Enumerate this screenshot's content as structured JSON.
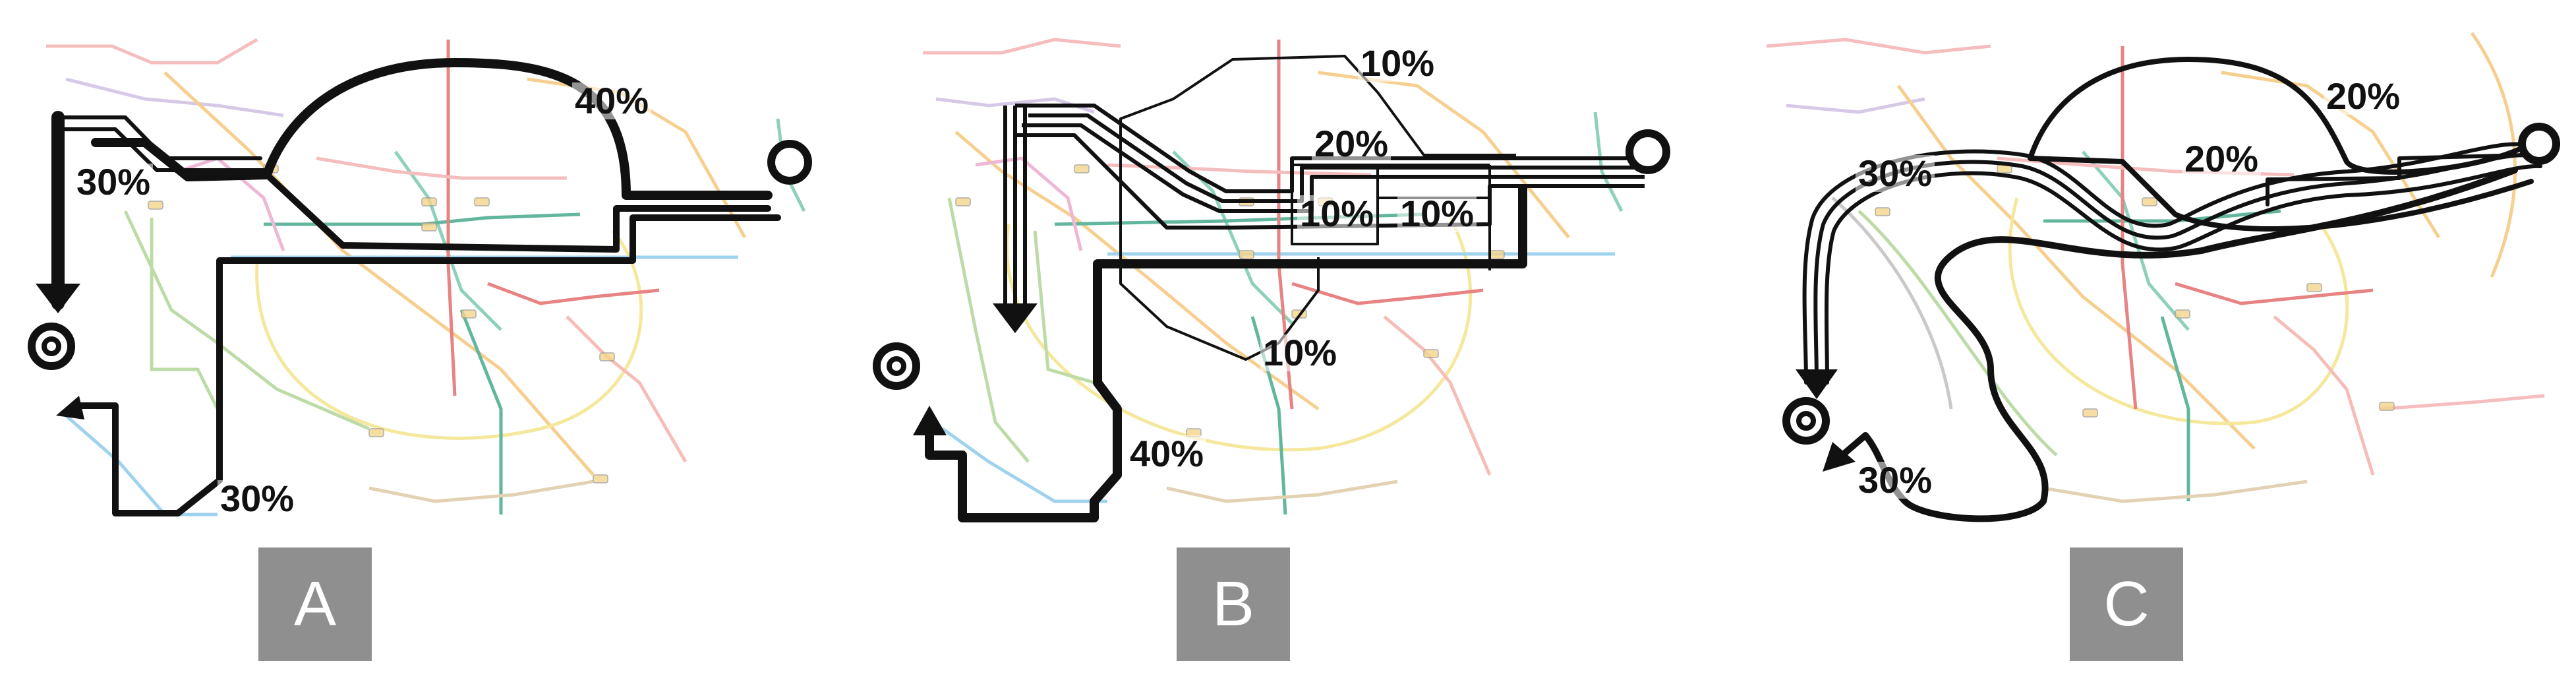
{
  "panels": [
    {
      "label": "A",
      "percentages": [
        "40%",
        "30%",
        "30%"
      ]
    },
    {
      "label": "B",
      "percentages": [
        "10%",
        "20%",
        "10%",
        "10%",
        "10%",
        "40%"
      ]
    },
    {
      "label": "C",
      "percentages": [
        "20%",
        "30%",
        "20%",
        "30%"
      ]
    }
  ],
  "colors": {
    "route": "#111111",
    "badge": "#8f8f8f",
    "metro_lines": [
      "#f2a7a7",
      "#e05a5a",
      "#f4c06a",
      "#f2e07a",
      "#a8d08a",
      "#67c2a3",
      "#2e9e7e",
      "#7fc3e8",
      "#c9b7e0",
      "#e8a0c8",
      "#d9c39a",
      "#b8b8b8"
    ]
  }
}
